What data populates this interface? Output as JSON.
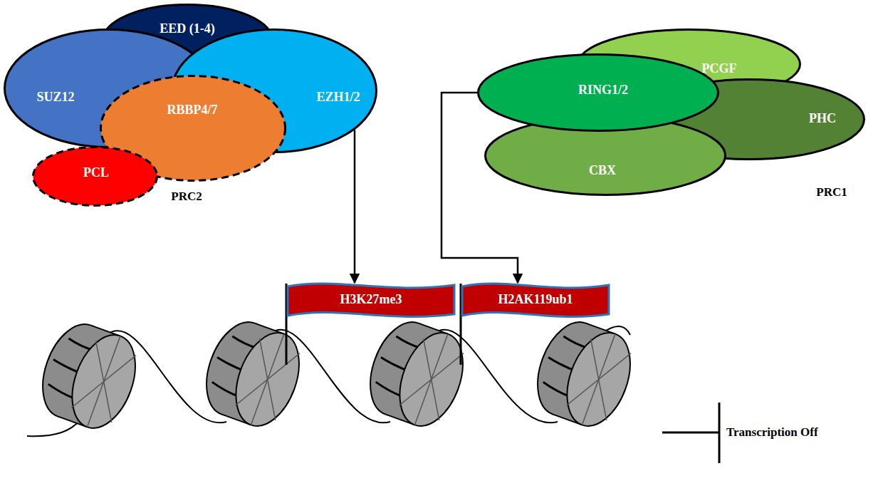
{
  "diagram": {
    "nodes": [
      {
        "text": [
          "EED (1-4)"
        ]
      },
      {
        "text": [
          "SUZ12"
        ]
      },
      {
        "text": [
          "RBBP4/7"
        ]
      },
      {
        "text": [
          "EZH1/2"
        ]
      },
      {
        "text": [
          "PCL"
        ]
      },
      {
        "text": [
          "PCGF"
        ]
      },
      {
        "text": [
          "RING1/2"
        ]
      },
      {
        "text": [
          "PHC"
        ]
      },
      {
        "text": [
          "CBX"
        ]
      },
      {
        "text": [
          "H3K27me3"
        ]
      },
      {
        "text": [
          "H2AK119ub1"
        ]
      }
    ],
    "edges": [
      {
        "from": 3,
        "to": 9,
        "arrow": "to"
      },
      {
        "from": 6,
        "to": 10,
        "arrow": "to"
      }
    ],
    "labels": [
      "PRC2",
      "PRC1",
      "Transcription Off"
    ]
  }
}
